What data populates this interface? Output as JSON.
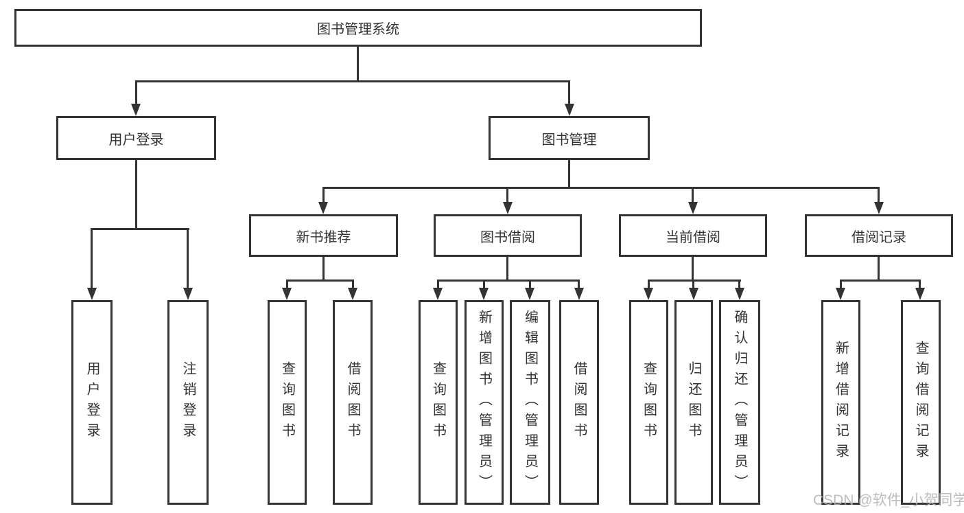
{
  "tree": {
    "root": {
      "label": "图书管理系统",
      "children": [
        {
          "label": "用户登录",
          "children": [
            {
              "label": "用户登录"
            },
            {
              "label": "注销登录"
            }
          ]
        },
        {
          "label": "图书管理",
          "children": [
            {
              "label": "新书推荐",
              "children": [
                {
                  "label": "查询图书"
                },
                {
                  "label": "借阅图书"
                }
              ]
            },
            {
              "label": "图书借阅",
              "children": [
                {
                  "label": "查询图书"
                },
                {
                  "label": "新增图书（管理员）"
                },
                {
                  "label": "编辑图书（管理员）"
                },
                {
                  "label": "借阅图书"
                }
              ]
            },
            {
              "label": "当前借阅",
              "children": [
                {
                  "label": "查询图书"
                },
                {
                  "label": "归还图书"
                },
                {
                  "label": "确认归还（管理员）"
                }
              ]
            },
            {
              "label": "借阅记录",
              "children": [
                {
                  "label": "新增借阅记录"
                },
                {
                  "label": "查询借阅记录"
                }
              ]
            }
          ]
        }
      ]
    }
  },
  "watermark": {
    "text": "CSDN @软件_小贺同学"
  },
  "colors": {
    "line": "#333333",
    "border": "#333333",
    "text": "#333333",
    "watermark": "#b2b2b2",
    "background": "#ffffff"
  }
}
